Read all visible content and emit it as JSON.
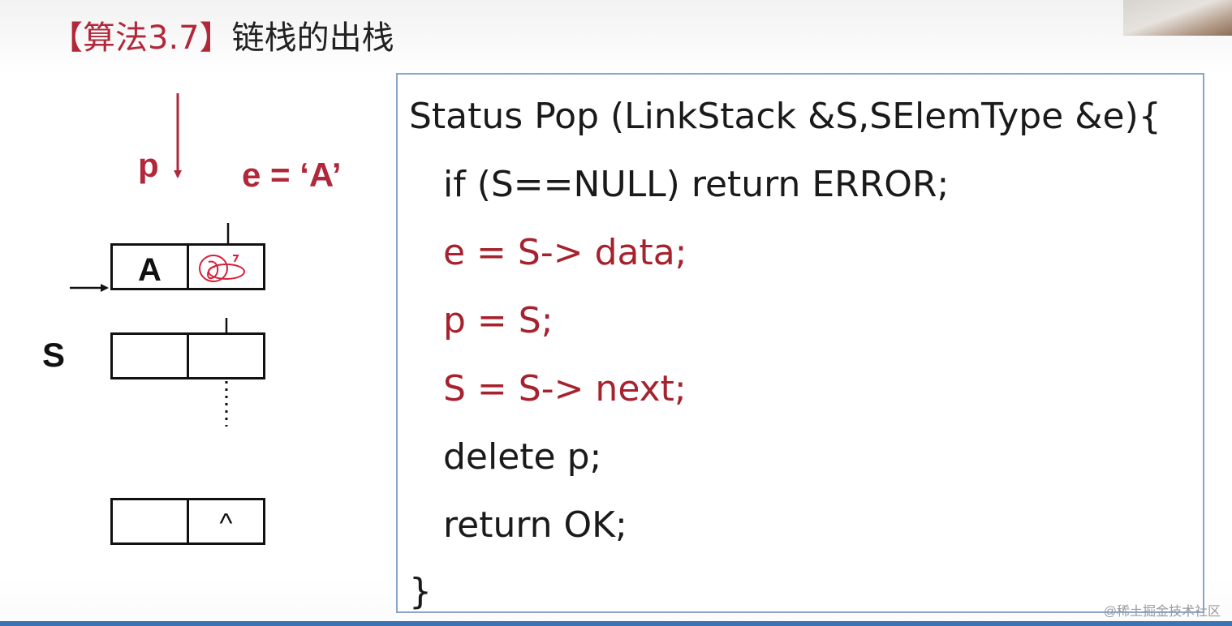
{
  "title": {
    "bracket_text": "【算法3.7】",
    "main_text": "链栈的出栈"
  },
  "diagram": {
    "pointer_p": "p",
    "e_assign": "e = ‘A’",
    "top_node_value": "A",
    "pointer_s": "S",
    "null_symbol": "^"
  },
  "code": {
    "lines": [
      "Status Pop (LinkStack &S,SElemType &e){",
      "if (S==NULL) return ERROR;",
      "e = S-> data;",
      "p = S;",
      "S =  S-> next;",
      "delete p;",
      "return OK;",
      "}"
    ]
  },
  "watermark": "@稀土掘金技术社区",
  "colors": {
    "accent_red": "#b1283a",
    "code_highlight": "#a6222e",
    "code_box_border": "#8aa6cc",
    "bottom_strip": "#3c73b4"
  }
}
